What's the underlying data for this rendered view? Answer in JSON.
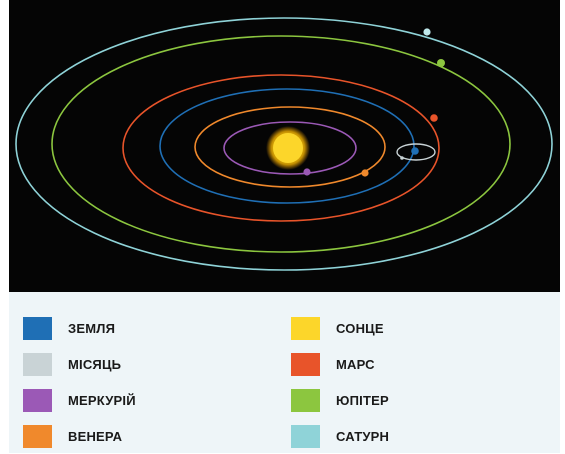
{
  "legend": {
    "left": [
      {
        "key": "earth",
        "label": "ЗЕМЛЯ",
        "color": "#1f6fb5"
      },
      {
        "key": "moon",
        "label": "МІСЯЦЬ",
        "color": "#c9d3d6"
      },
      {
        "key": "mercury",
        "label": "МЕРКУРІЙ",
        "color": "#9b59b6"
      },
      {
        "key": "venus",
        "label": "ВЕНЕРА",
        "color": "#f0892c"
      }
    ],
    "right": [
      {
        "key": "sun",
        "label": "СОНЦЕ",
        "color": "#fcd62a"
      },
      {
        "key": "mars",
        "label": "МАРС",
        "color": "#e8542a"
      },
      {
        "key": "jupiter",
        "label": "ЮПІТЕР",
        "color": "#8cc63f"
      },
      {
        "key": "saturn",
        "label": "САТУРН",
        "color": "#8fd3d8"
      }
    ]
  },
  "diagram": {
    "background": "#050505"
  }
}
